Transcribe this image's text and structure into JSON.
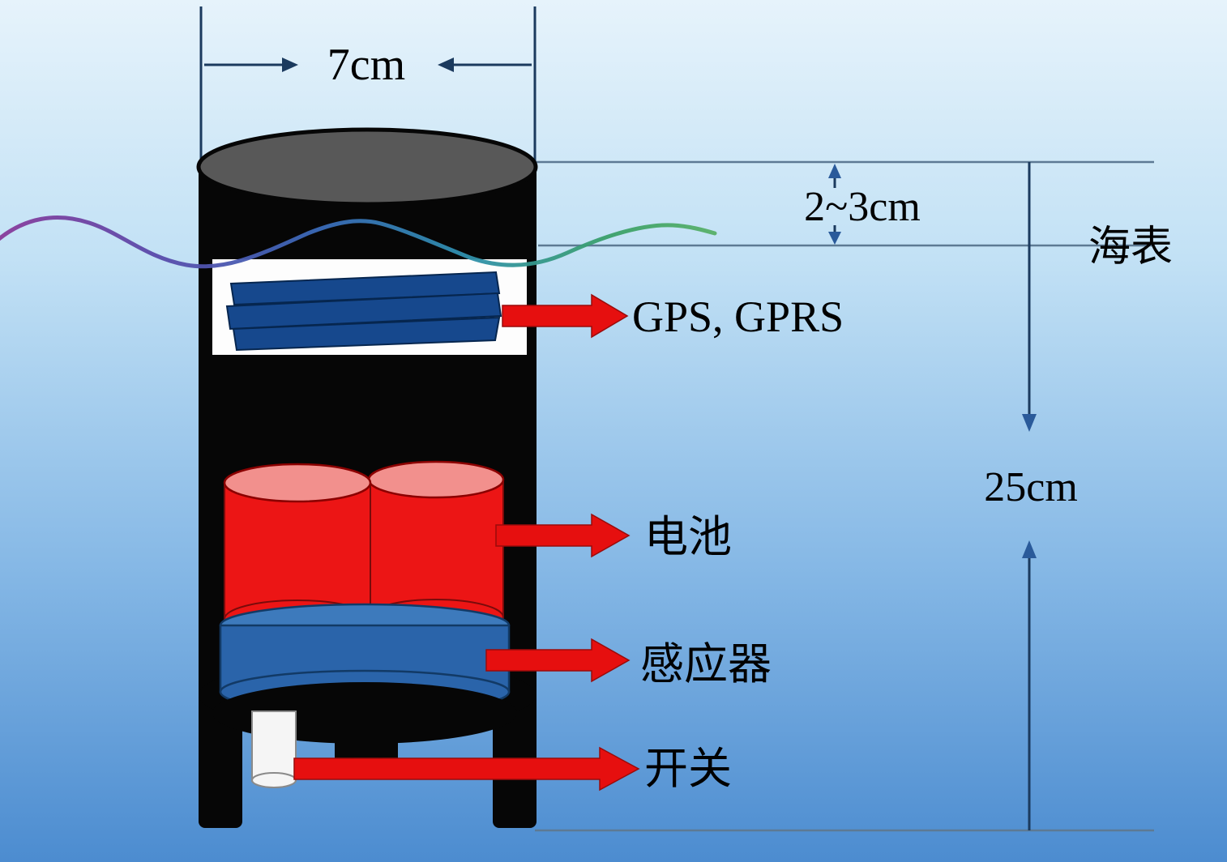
{
  "figure": {
    "type": "drifting-buoy-schematic",
    "dimensions": {
      "width": "7cm",
      "freeboard": "2~3cm",
      "height": "25cm"
    },
    "labels": {
      "sea_surface": "海表",
      "gps": "GPS, GPRS",
      "battery": "电池",
      "sensor": "感应器",
      "switch": "开关"
    },
    "colors": {
      "arrow_red": "#e60f0f",
      "battery_red": "#ec1515",
      "battery_top": "#f2908d",
      "board_blue": "#16488d",
      "sensor_blue": "#2a64aa",
      "sensor_top_blue": "#3d7abc",
      "buoy_black": "#060606",
      "cap_gray": "#585858",
      "dim_line": "#5d7a94",
      "bg_top": "#e6f3fb",
      "bg_bottom": "#4c8cd0"
    }
  }
}
